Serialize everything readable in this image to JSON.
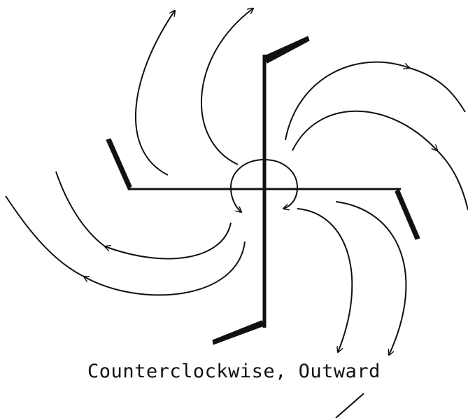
{
  "diagram": {
    "caption": "Counterclockwise, Outward",
    "stroke_color": "#111111",
    "background_color": "#ffffff",
    "figure": "swastika-like cross with curved outward arrows",
    "curve_count": 10
  }
}
